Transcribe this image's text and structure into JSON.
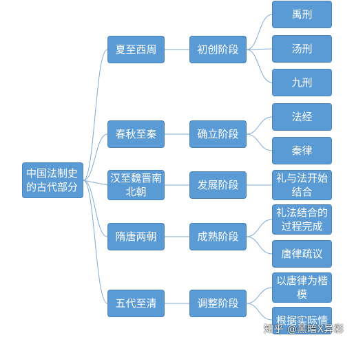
{
  "root": {
    "label": "中国法制史\n的古代部分"
  },
  "periods": [
    {
      "label": "夏至西周",
      "stage": "初创阶段",
      "items": [
        "禹刑",
        "汤刑",
        "九刑"
      ]
    },
    {
      "label": "春秋至秦",
      "stage": "确立阶段",
      "items": [
        "法经",
        "秦律"
      ]
    },
    {
      "label": "汉至魏晋南\n北朝",
      "stage": "发展阶段",
      "items": [
        "礼与法开始\n结合"
      ]
    },
    {
      "label": "隋唐两朝",
      "stage": "成熟阶段",
      "items": [
        "礼法结合的\n过程完成",
        "唐律疏议"
      ]
    },
    {
      "label": "五代至清",
      "stage": "调整阶段",
      "items": [
        "以唐律为楷\n模",
        "根据实际情"
      ]
    }
  ],
  "watermark": "知乎 @黑暗X异彩",
  "colors": {
    "node_fill": "#5b9bd5",
    "node_text": "#ffffff",
    "connector": "#7fa9d3"
  }
}
